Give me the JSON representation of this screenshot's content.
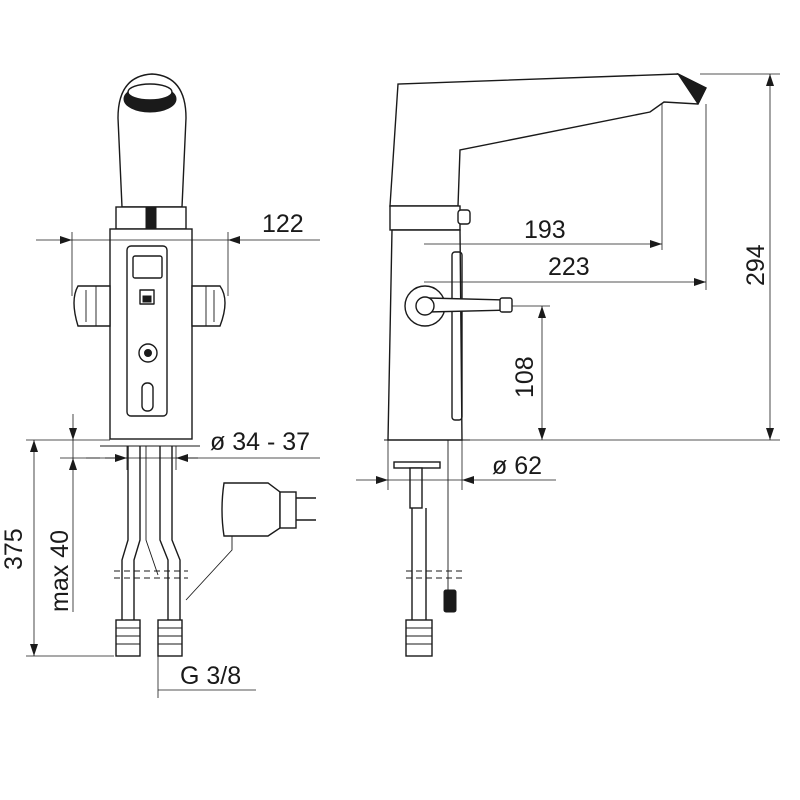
{
  "dimensions": {
    "width_122": "122",
    "spout_reach_193": "193",
    "spout_reach_223": "223",
    "total_height_294": "294",
    "lever_height_108": "108",
    "hole_diameter": "ø 34 - 37",
    "base_diameter": "ø 62",
    "hose_length_375": "375",
    "max_deck_40": "max 40",
    "thread_size": "G 3/8"
  }
}
